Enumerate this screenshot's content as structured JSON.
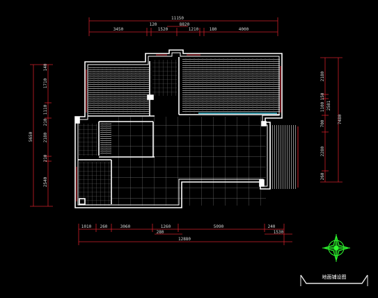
{
  "colors": {
    "background": "#000000",
    "wall": "#ffffff",
    "dimension": "#d01f2a",
    "dimension_text": "#d8d8d8",
    "hatch": "#9a9a9a",
    "tile_grid": "#7a7a7a",
    "window": "#4fd2e8",
    "compass": "#2fff2f",
    "title_block": "#e8e8e8"
  },
  "top_dimensions": {
    "overall": "11150",
    "segments": [
      "3450",
      "120",
      "1520",
      "1210",
      "180",
      "4000"
    ],
    "upper": "8820"
  },
  "bottom_dimensions": {
    "overall": "12880",
    "segments": [
      "1010",
      "260",
      "3060",
      "1260",
      "5090",
      "240"
    ],
    "sub": [
      "280",
      "1530"
    ]
  },
  "left_dimensions": {
    "overall": "5650",
    "segments": [
      "140",
      "1710",
      "1110",
      "210",
      "2180",
      "210",
      "2540"
    ]
  },
  "right_dimensions": {
    "overall": "7480",
    "segments": [
      "2180",
      "150",
      "1100",
      "700",
      "2280",
      "260"
    ],
    "sub": "2581"
  },
  "compass_icon": "compass-rose-icon",
  "title_block": {
    "label": "地面铺设图"
  }
}
